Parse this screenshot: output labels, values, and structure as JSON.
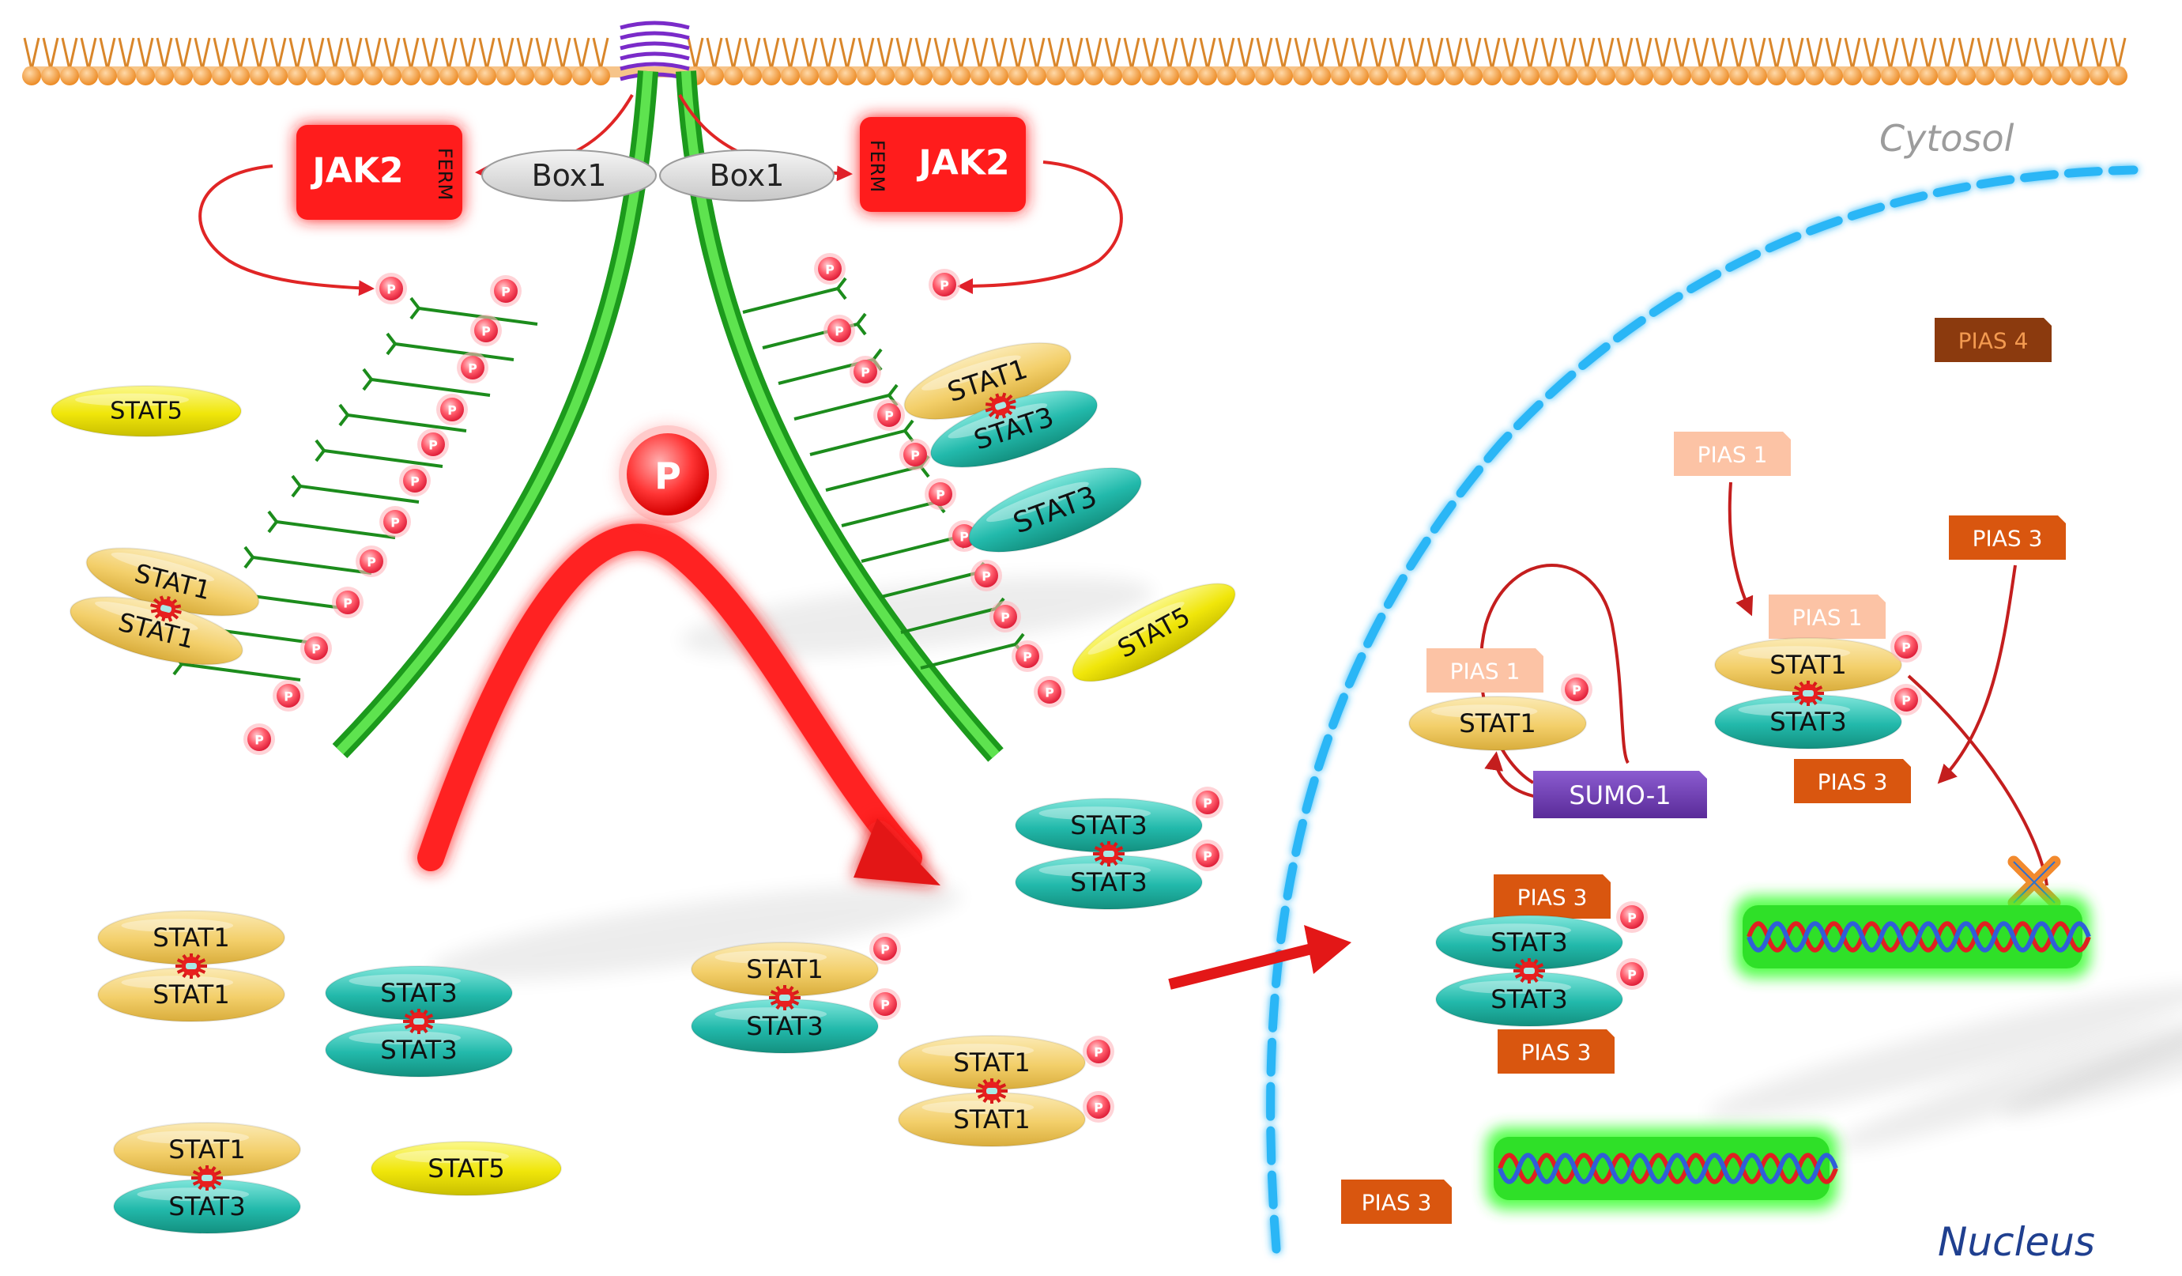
{
  "labels": {
    "cytosol": "Cytosol",
    "nucleus": "Nucleus",
    "jak2": "JAK2",
    "ferm": "FERM",
    "box1": "Box1",
    "p": "P",
    "sumo1": "SUMO-1"
  },
  "stat": {
    "STAT1": "STAT1",
    "STAT3": "STAT3",
    "STAT5": "STAT5"
  },
  "pias": {
    "PIAS1": "PIAS 1",
    "PIAS3": "PIAS 3",
    "PIAS4": "PIAS 4"
  },
  "colors": {
    "membrane": "#f2a54a",
    "stat1": "#f5d77a",
    "stat3": "#2bc1b3",
    "stat5": "#f2ea0e",
    "jak2": "#ff1d1d",
    "phospho": "#ff4d5e",
    "receptor": "#3fcf3a",
    "nuclearEnvelope": "#29b6f6",
    "pias1": "#fcc3a5",
    "pias3": "#d9560f",
    "pias4": "#8b3a0e",
    "sumo": "#6d3fb0",
    "dnaGlow": "#39ff2e"
  }
}
